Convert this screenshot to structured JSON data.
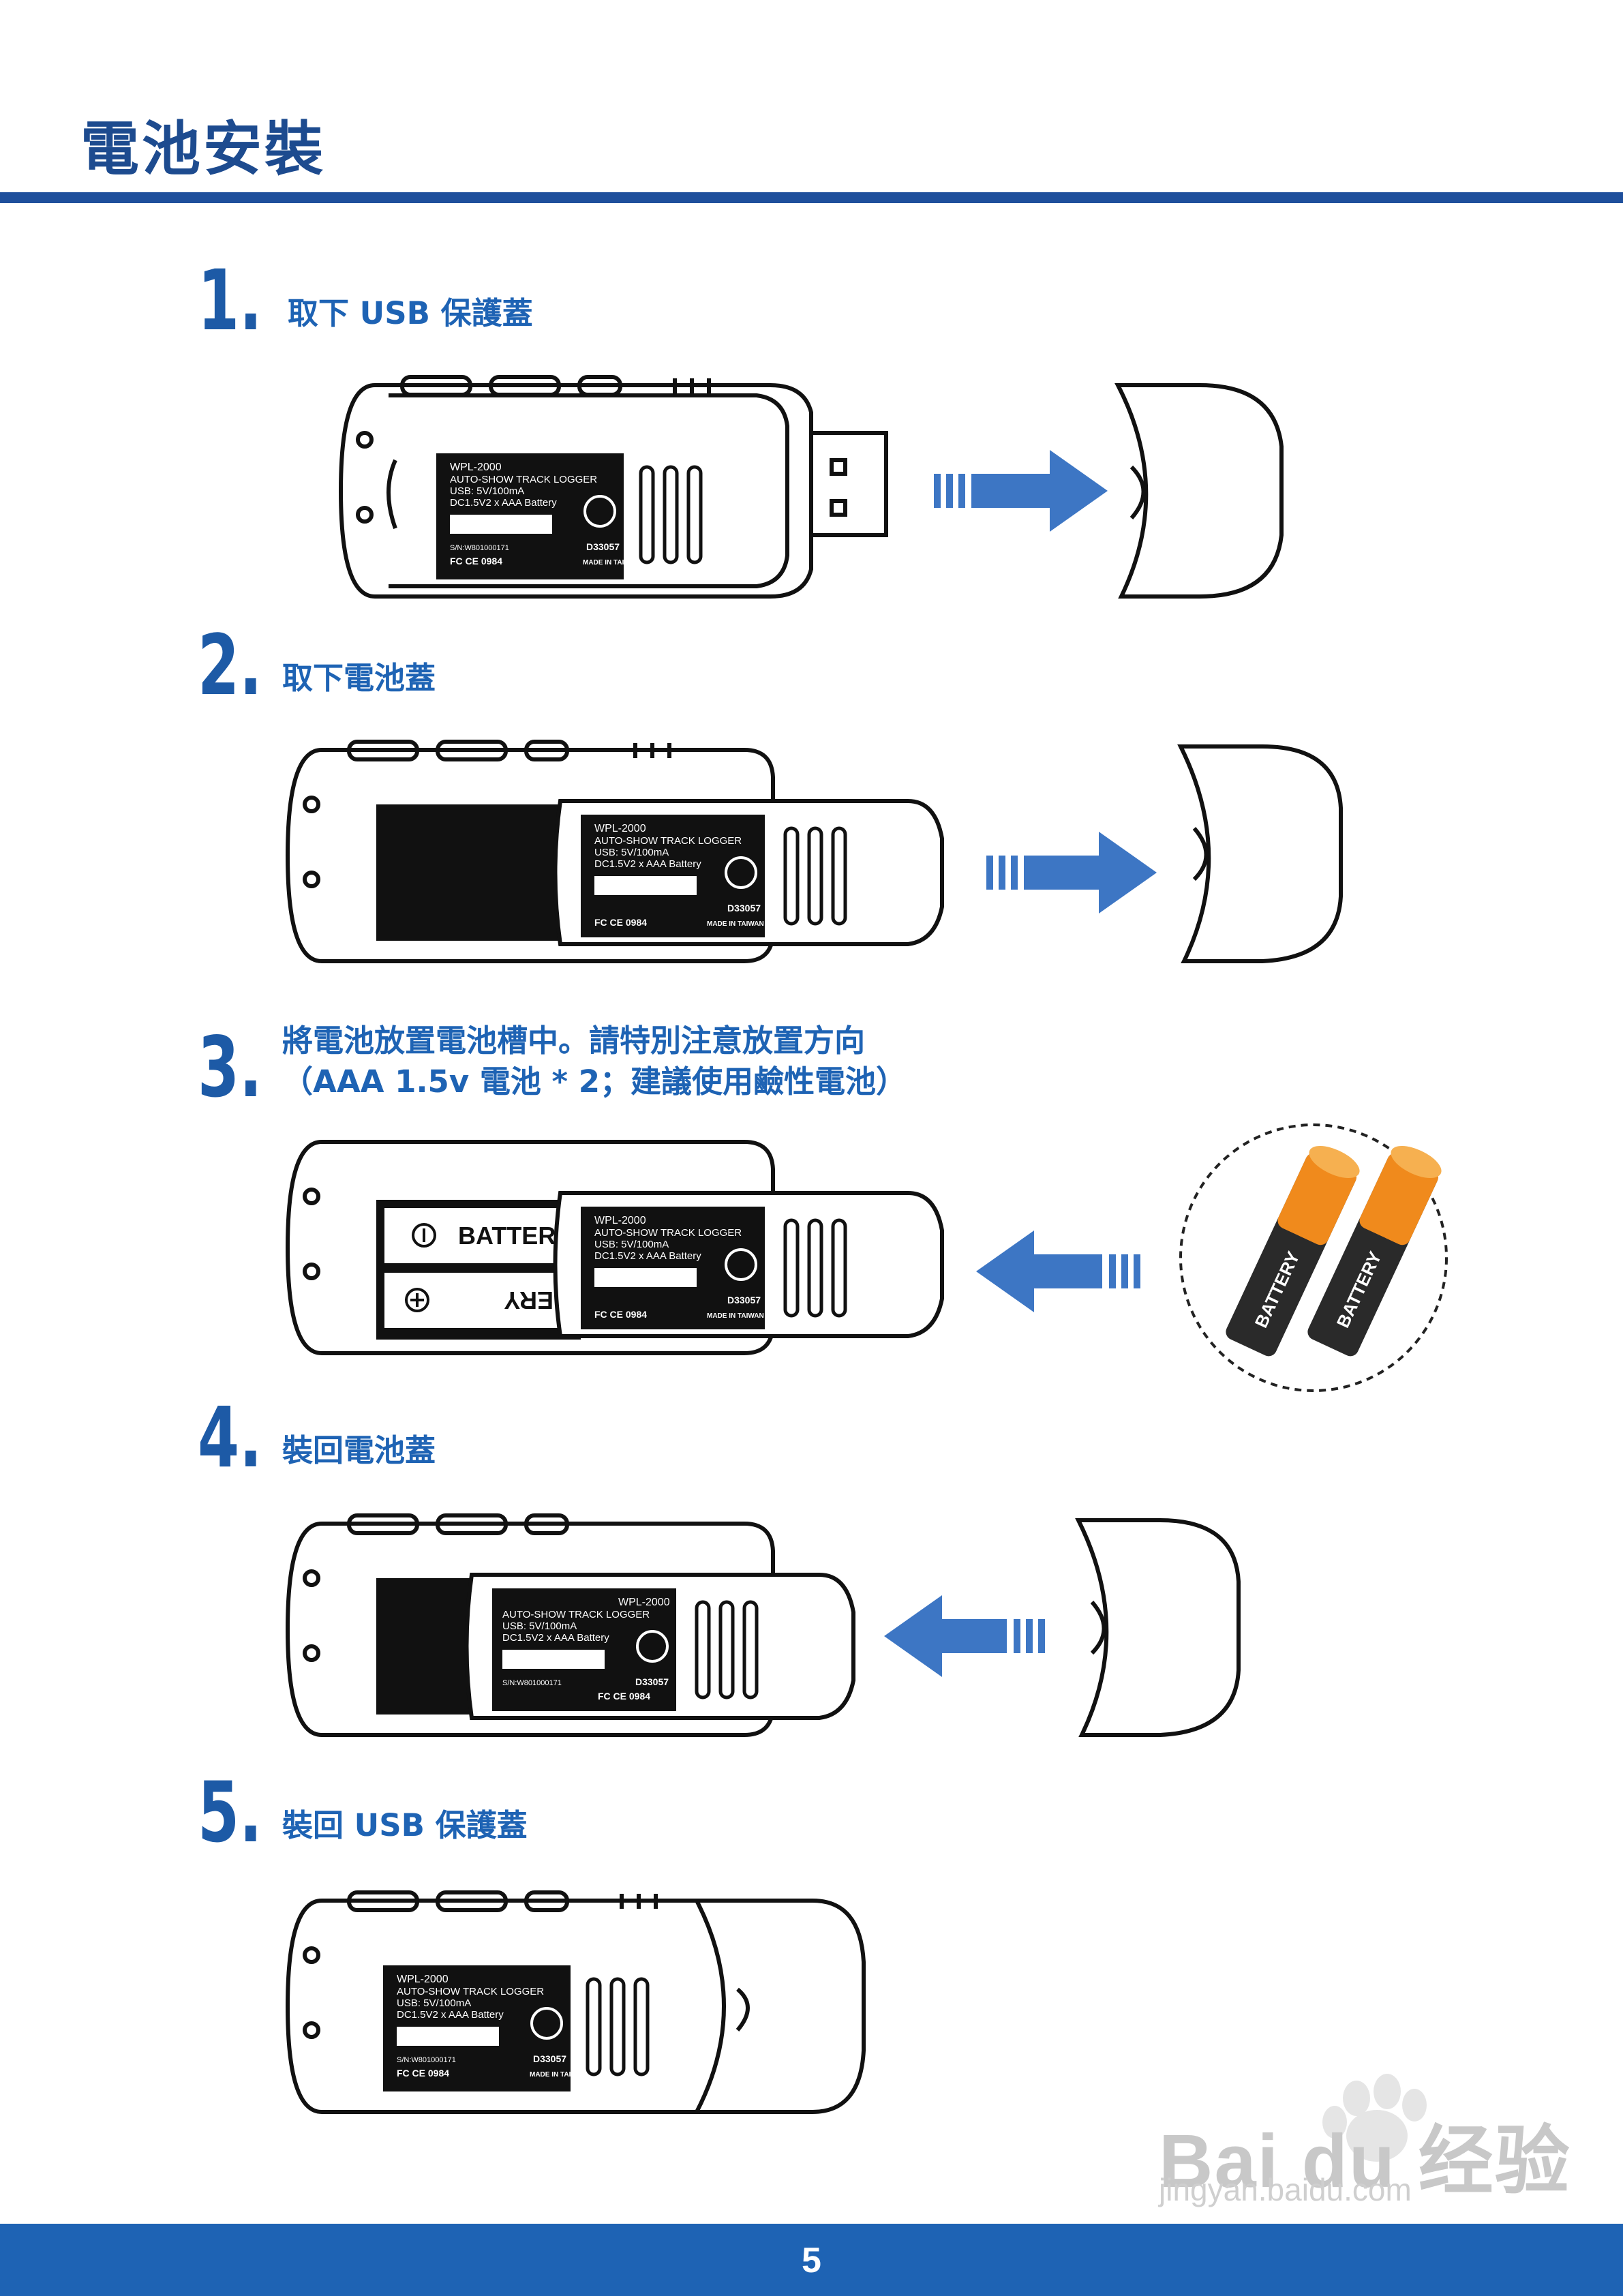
{
  "title": "電池安裝",
  "steps": [
    {
      "num": "1.",
      "text": "取下 USB 保護蓋"
    },
    {
      "num": "2.",
      "text": "取下電池蓋"
    },
    {
      "num": "3.",
      "text_line1": "將電池放置電池槽中。請特別注意放置方向",
      "text_line2": "（AAA 1.5v 電池 * 2；建議使用鹼性電池）"
    },
    {
      "num": "4.",
      "text": "裝回電池蓋"
    },
    {
      "num": "5.",
      "text": "裝回 USB 保護蓋"
    }
  ],
  "device_label": {
    "model": "WPL-2000",
    "product": "AUTO-SHOW TRACK LOGGER",
    "usb": "USB: 5V/100mA",
    "battery": "DC1.5V2 x AAA Battery",
    "serial": "S/N:W801000171",
    "code": "D33057",
    "cert": "FC CE 0984",
    "origin": "MADE IN TAIWAN"
  },
  "battery_text": "BATTERY",
  "battery_cut": "BATTER",
  "battery_cut_flipped": "ERY",
  "page_number": "5",
  "watermark": {
    "brand": "Bai du 经验",
    "url": "jingyan.baidu.com"
  },
  "colors": {
    "title": "#1d4b8f",
    "accent": "#1e63b4",
    "arrow": "#3d76c4",
    "battery_orange": "#f08a1c",
    "battery_black": "#2a2a2a"
  }
}
